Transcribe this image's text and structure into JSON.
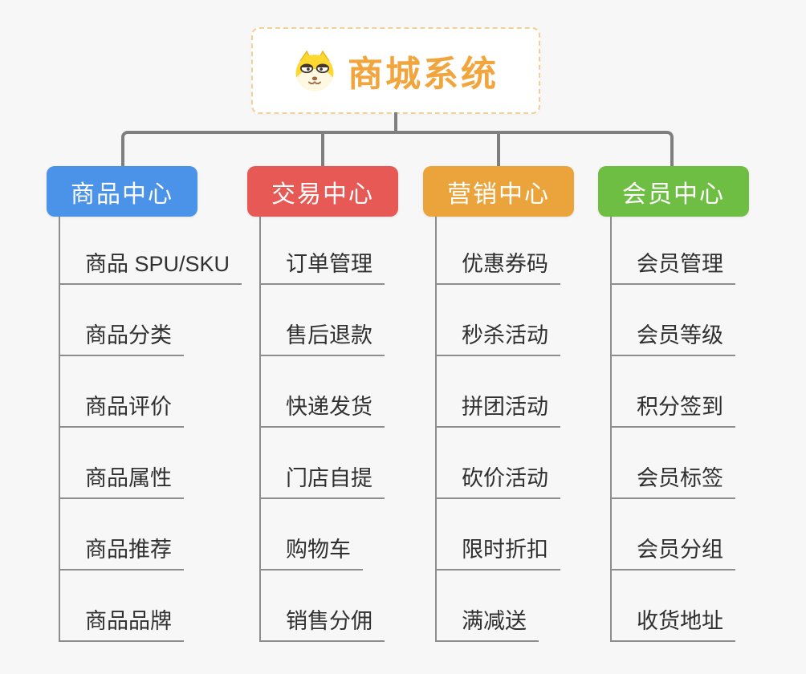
{
  "root": {
    "title": "商城系统",
    "icon": "shiba-dog-icon"
  },
  "colors": {
    "connector": "#7f7f7f",
    "leaf_line": "#8d8d8d",
    "root_title": "#f2a53c",
    "root_border": "#f3d096"
  },
  "branches": [
    {
      "label": "商品中心",
      "color": "#4b93e8",
      "items": [
        "商品 SPU/SKU",
        "商品分类",
        "商品评价",
        "商品属性",
        "商品推荐",
        "商品品牌"
      ]
    },
    {
      "label": "交易中心",
      "color": "#e65955",
      "items": [
        "订单管理",
        "售后退款",
        "快递发货",
        "门店自提",
        "购物车",
        "销售分佣"
      ]
    },
    {
      "label": "营销中心",
      "color": "#ebA43c",
      "items": [
        "优惠券码",
        "秒杀活动",
        "拼团活动",
        "砍价活动",
        "限时折扣",
        "满减送"
      ]
    },
    {
      "label": "会员中心",
      "color": "#6fbe44",
      "items": [
        "会员管理",
        "会员等级",
        "积分签到",
        "会员标签",
        "会员分组",
        "收货地址"
      ]
    }
  ]
}
